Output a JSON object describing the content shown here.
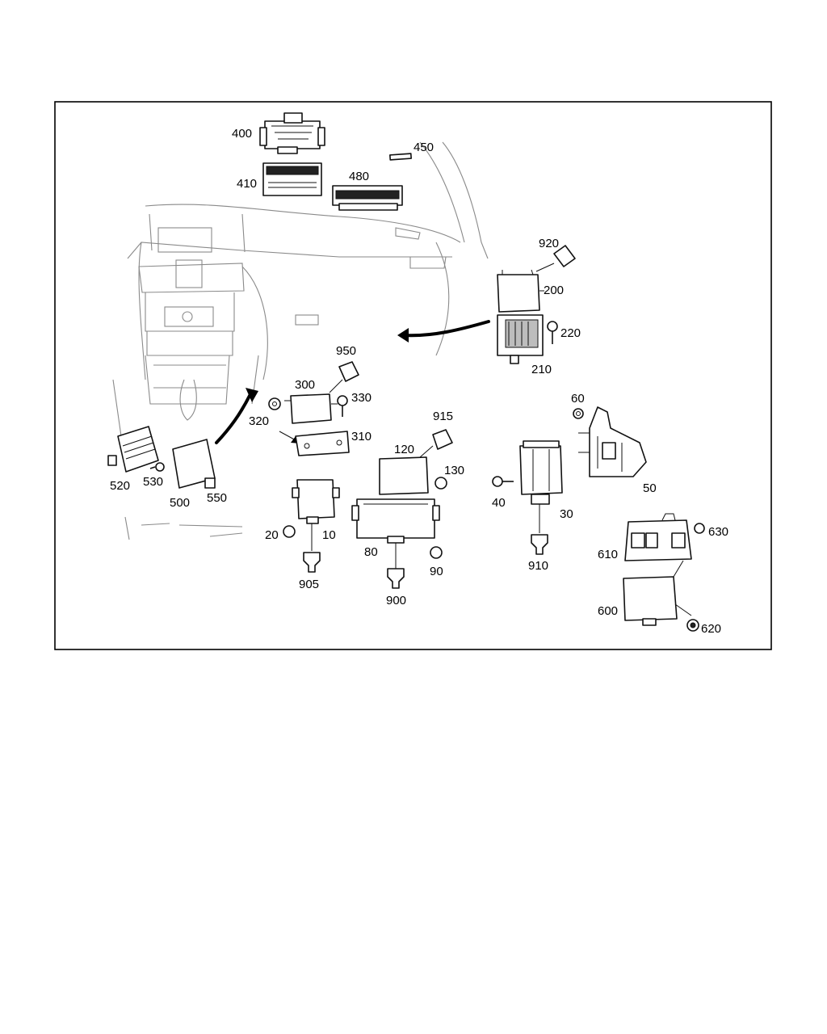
{
  "labels": {
    "p10": "10",
    "p20": "20",
    "p30": "30",
    "p40": "40",
    "p50": "50",
    "p60": "60",
    "p80": "80",
    "p90": "90",
    "p120": "120",
    "p130": "130",
    "p200": "200",
    "p210": "210",
    "p220": "220",
    "p300": "300",
    "p310": "310",
    "p320": "320",
    "p330": "330",
    "p400": "400",
    "p410": "410",
    "p450": "450",
    "p480": "480",
    "p500": "500",
    "p520": "520",
    "p530": "530",
    "p550": "550",
    "p600": "600",
    "p610": "610",
    "p620": "620",
    "p630": "630",
    "p900": "900",
    "p905": "905",
    "p910": "910",
    "p915": "915",
    "p920": "920",
    "p950": "950"
  }
}
